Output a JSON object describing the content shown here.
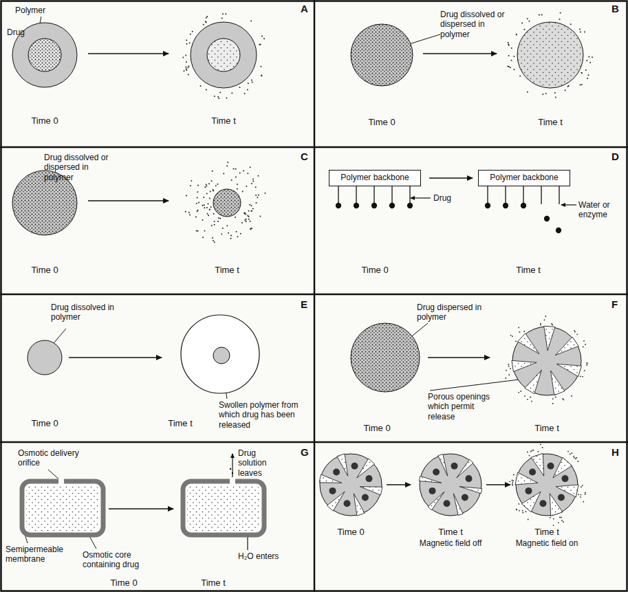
{
  "diagram": {
    "nodes": [
      {
        "text": [
          "Polymer backbone"
        ]
      },
      {
        "text": [
          "Polymer backbone"
        ]
      }
    ],
    "edges": [
      {
        "from": 0,
        "to": 1,
        "arrow": "to"
      }
    ],
    "labels": [
      "A",
      "Polymer",
      "Drug",
      "Time 0",
      "Time t",
      "B",
      "Drug dissolved or dispersed in polymer",
      "Time 0",
      "Time t",
      "C",
      "Drug dissolved or dispersed in polymer",
      "Time 0",
      "Time t",
      "D",
      "Drug",
      "Water or enzyme",
      "Time 0",
      "Time t",
      "E",
      "Drug dissolved in polymer",
      "Swollen polymer from which drug has been released",
      "Time 0",
      "Time t",
      "F",
      "Drug dispersed in polymer",
      "Porous openings which permit release",
      "Time 0",
      "Time t",
      "G",
      "Osmotic delivery orifice",
      "Drug solution leaves",
      "Semipermeable membrane",
      "Osmotic core containing drug",
      "H₂O enters",
      "Time 0",
      "Time t",
      "H",
      "Time 0",
      "Time t",
      "Magnetic field off",
      "Time t",
      "Magnetic field on"
    ]
  }
}
